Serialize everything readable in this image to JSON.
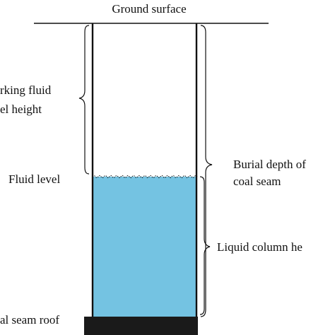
{
  "diagram": {
    "labels": {
      "ground_surface": "Ground surface",
      "working_fluid_line1": "rking fluid",
      "working_fluid_line2": "el height",
      "fluid_level": "Fluid level",
      "burial_depth_line1": "Burial depth of",
      "burial_depth_line2": "coal seam",
      "liquid_column": "Liquid column he",
      "coal_seam_roof": "al seam roof"
    },
    "colors": {
      "fluid": "#74c3e2",
      "coal_seam": "#1a1a1a",
      "lines": "#111111"
    }
  }
}
